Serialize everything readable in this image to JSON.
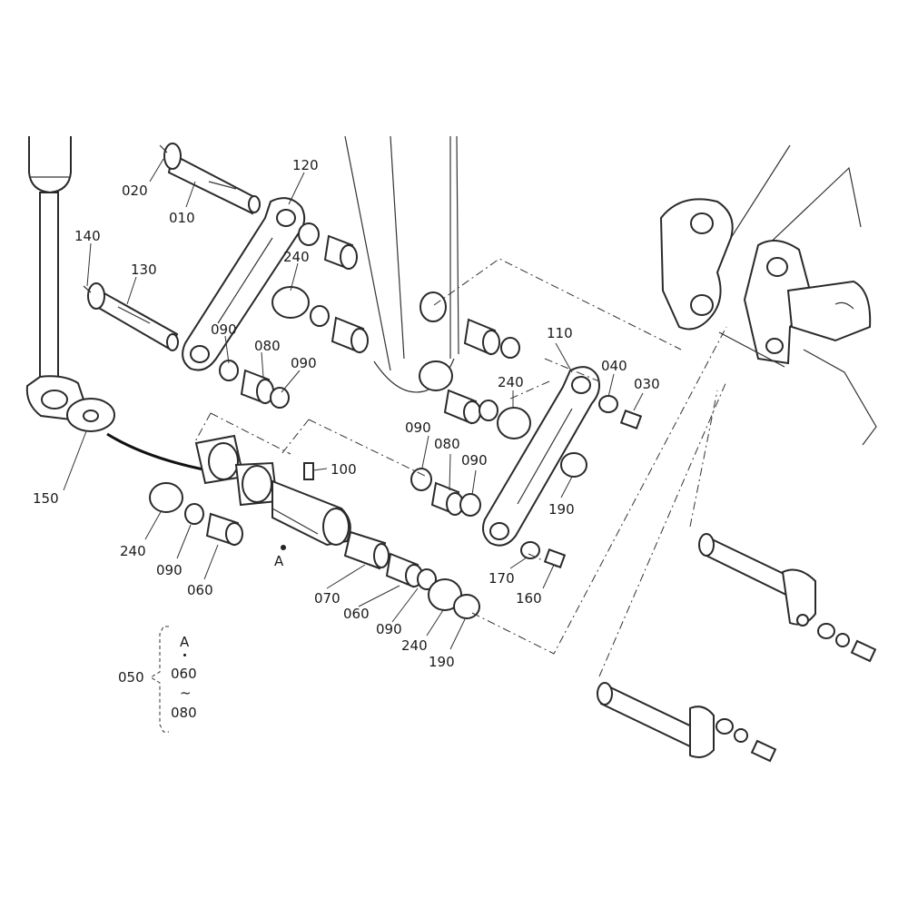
{
  "labels": {
    "p010": "010",
    "p020": "020",
    "p030": "030",
    "p040": "040",
    "p050": "050",
    "p060a": "060",
    "p060b": "060",
    "p070": "070",
    "p080a": "080",
    "p080b": "080",
    "p090a": "090",
    "p090b": "090",
    "p090c": "090",
    "p090d": "090",
    "p090e": "090",
    "p100": "100",
    "p110": "110",
    "p120": "120",
    "p130": "130",
    "p140": "140",
    "p150": "150",
    "p160": "160",
    "p170": "170",
    "p190a": "190",
    "p190b": "190",
    "p240a": "240",
    "p240b": "240",
    "p240c": "240",
    "p240d": "240",
    "markA": "A"
  },
  "legend": {
    "group": "050",
    "a": "A",
    "dot": "・",
    "from": "060",
    "tilde": "~",
    "to": "080"
  }
}
